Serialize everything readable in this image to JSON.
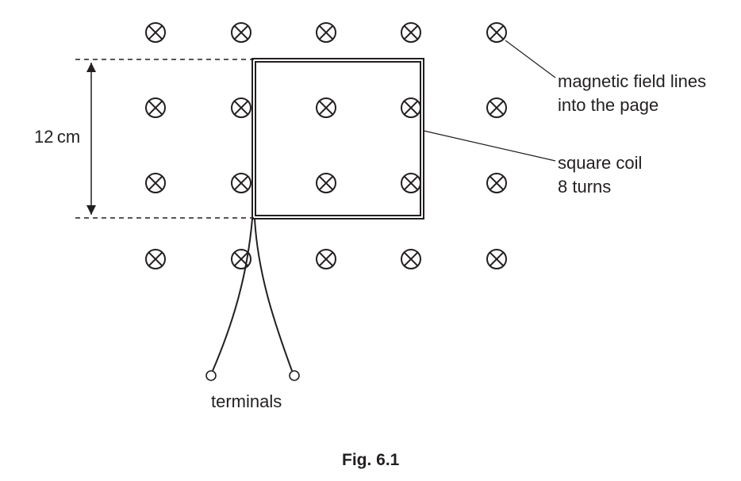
{
  "diagram": {
    "dimension_label": "12 cm",
    "field_label_line1": "magnetic field lines",
    "field_label_line2": "into the page",
    "coil_label_line1": "square coil",
    "coil_label_line2": "8 turns",
    "terminals_label": "terminals",
    "caption": "Fig. 6.1",
    "field_symbol": "cross-in-circle-icon",
    "field_grid": {
      "rows": 4,
      "columns": 5
    },
    "colors": {
      "ink": "#231f20",
      "background": "#ffffff"
    }
  }
}
